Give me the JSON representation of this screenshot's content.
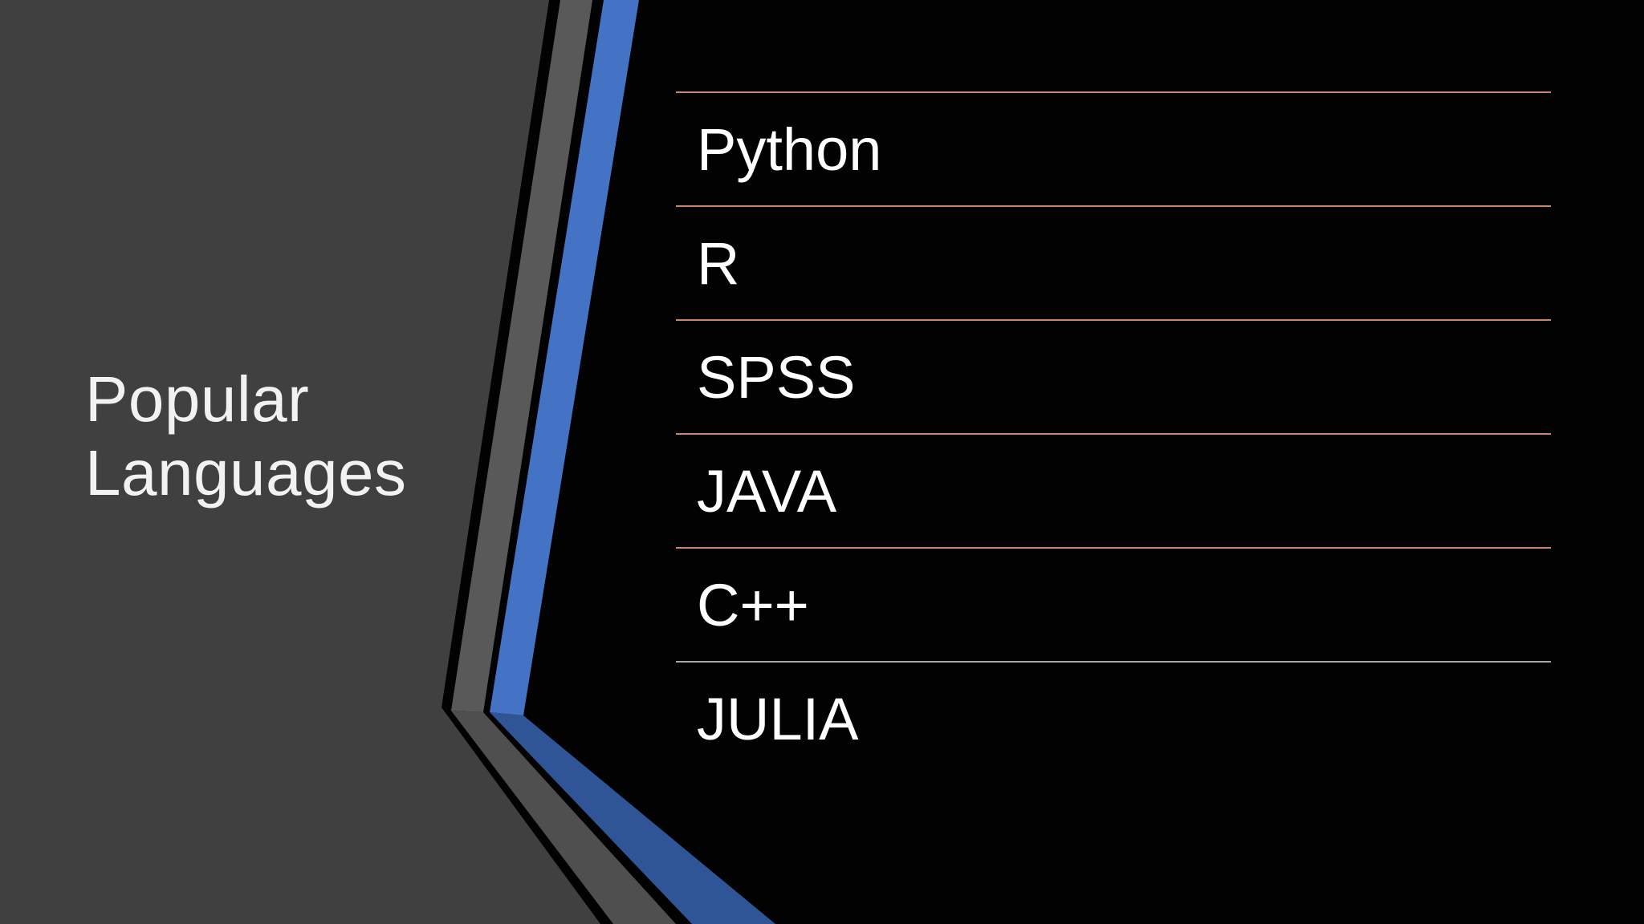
{
  "slide": {
    "title_lines": [
      "Popular",
      "Languages"
    ],
    "items": [
      {
        "label": "Python"
      },
      {
        "label": "R"
      },
      {
        "label": "SPSS"
      },
      {
        "label": "JAVA"
      },
      {
        "label": "C++"
      },
      {
        "label": "JULIA"
      }
    ]
  },
  "colors": {
    "left_panel": "#404040",
    "background": "#020202",
    "accent_blue": "#4472c4",
    "accent_gray": "#595959",
    "divider": "#c9866a",
    "text": "#ffffff"
  }
}
